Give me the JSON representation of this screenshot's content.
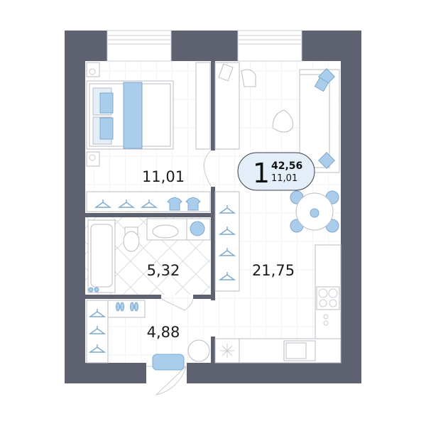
{
  "plan": {
    "rooms": [
      {
        "name": "bedroom",
        "area": "11,01"
      },
      {
        "name": "bathroom",
        "area": "5,32"
      },
      {
        "name": "hallway",
        "area": "4,88"
      },
      {
        "name": "living-kitchen",
        "area": "21,75"
      }
    ],
    "badge": {
      "rooms": "1",
      "total_area": "42,56",
      "secondary_area": "11,01"
    },
    "colors": {
      "wall": "#5d6170",
      "accent": "#a9cdea",
      "badge_bg": "#e4eef8"
    }
  }
}
